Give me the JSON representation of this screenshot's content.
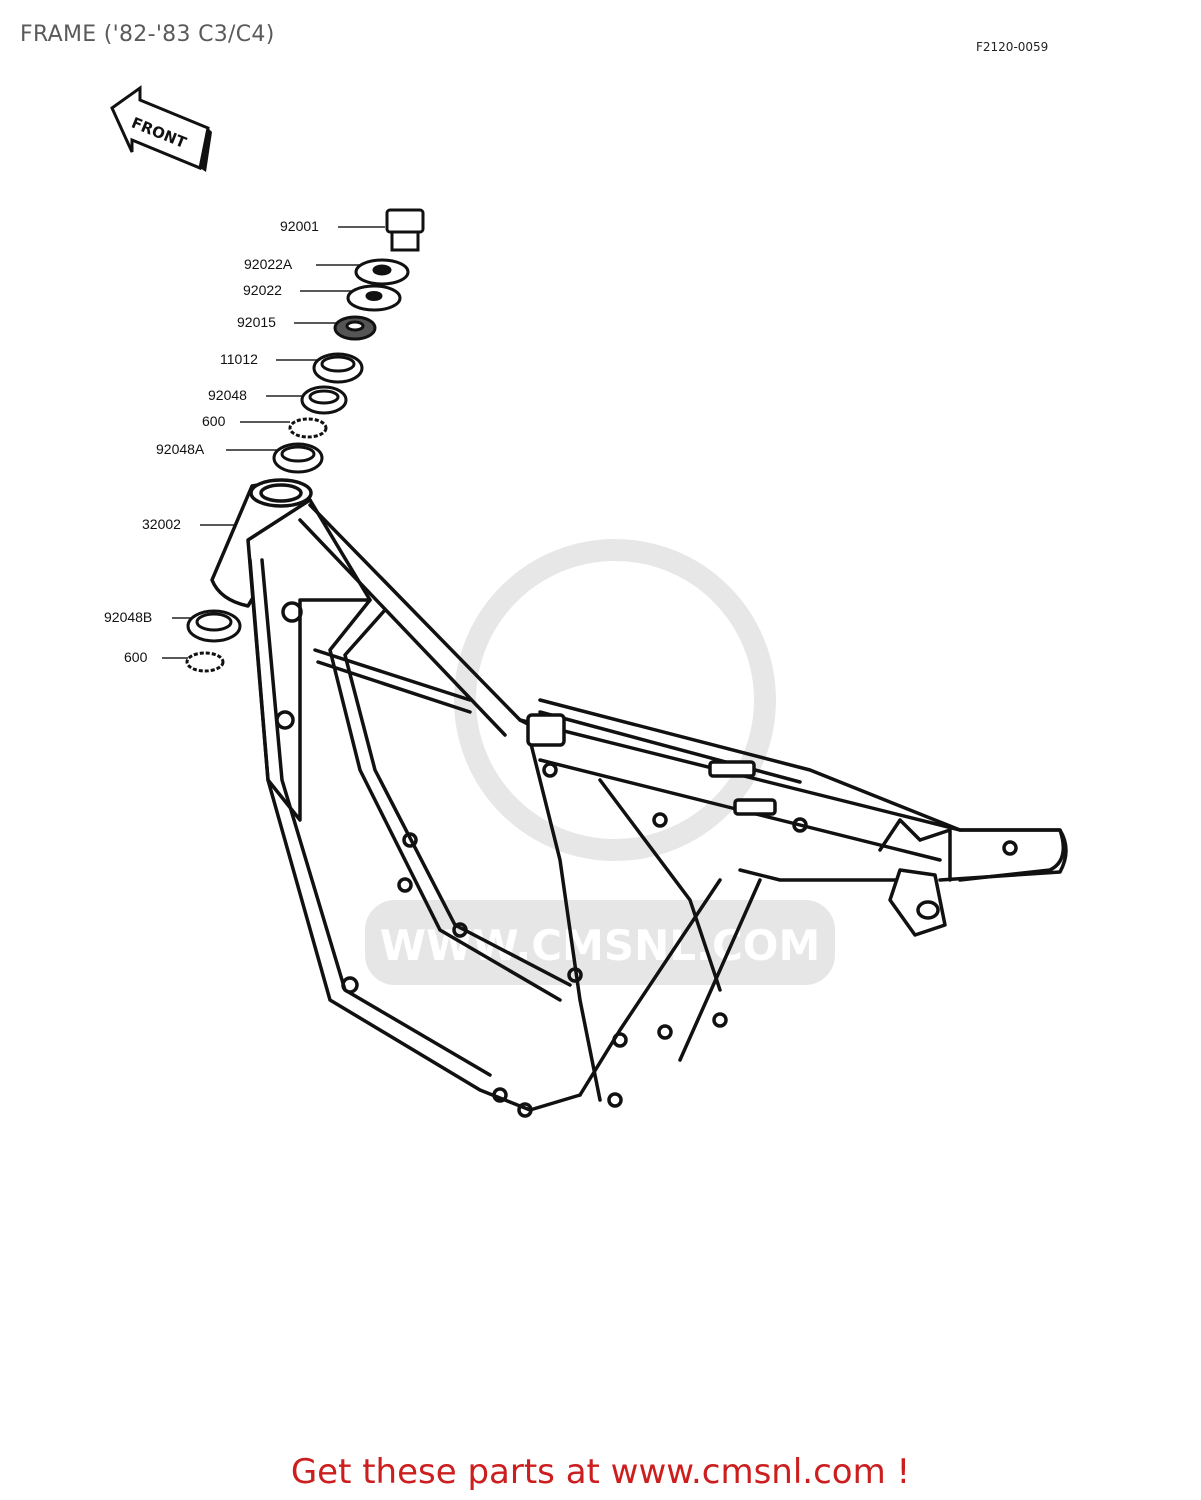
{
  "header": {
    "title": "FRAME ('82-'83 C3/C4)",
    "diagram_code": "F2120-0059"
  },
  "diagram": {
    "direction_arrow": "FRONT",
    "watermark": "WWW.CMSNL.COM",
    "parts": [
      {
        "number": "92001"
      },
      {
        "number": "92022A"
      },
      {
        "number": "92022"
      },
      {
        "number": "92015"
      },
      {
        "number": "11012"
      },
      {
        "number": "92048"
      },
      {
        "number": "600"
      },
      {
        "number": "92048A"
      },
      {
        "number": "32002"
      },
      {
        "number": "92048B"
      },
      {
        "number": "600"
      }
    ]
  },
  "footer": {
    "link_text": "Get these parts at www.cmsnl.com !",
    "link_color": "#cc1e1e"
  }
}
